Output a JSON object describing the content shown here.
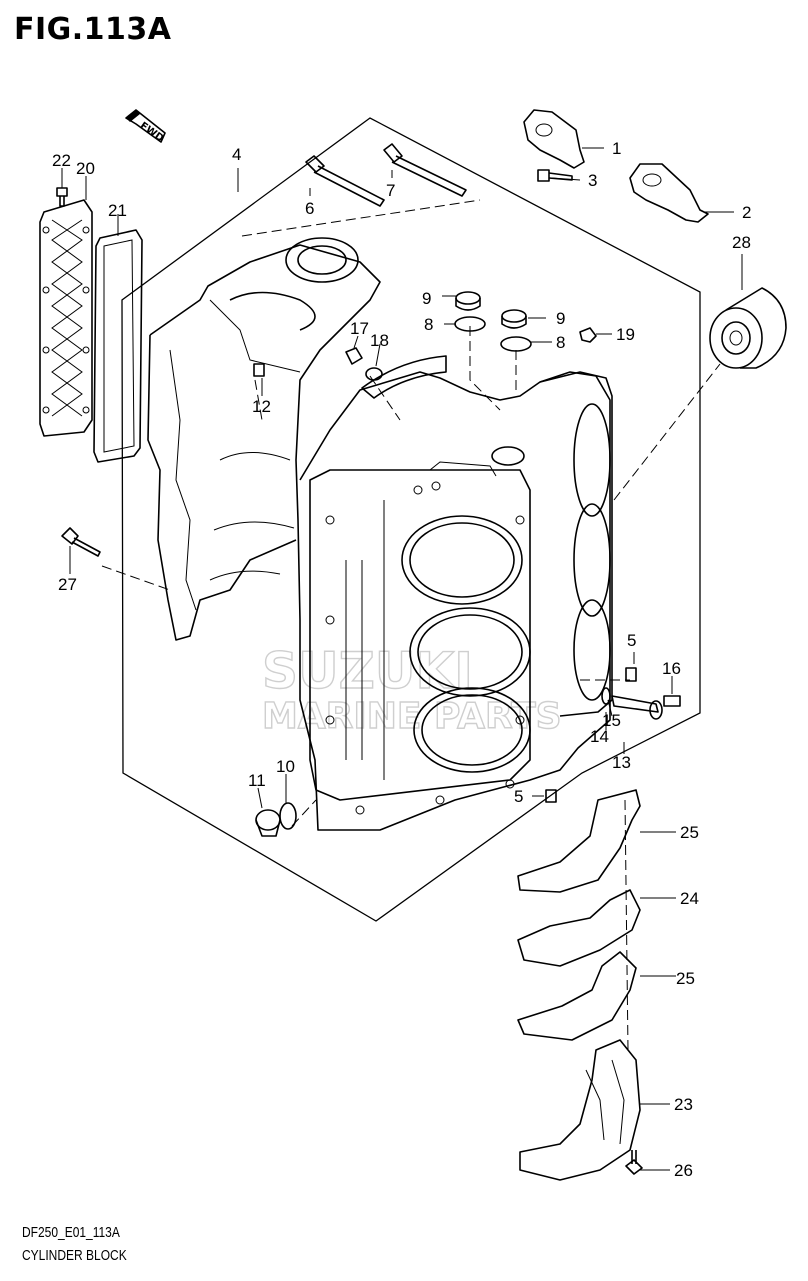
{
  "figure": {
    "title": "FIG.113A",
    "model_code": "DF250_E01_113A",
    "section_name": "CYLINDER BLOCK",
    "direction_label": "FWD"
  },
  "watermark": {
    "line1": "SUZUKI",
    "line2": "MARINE PARTS"
  },
  "callouts": [
    {
      "id": "c1",
      "label": "1"
    },
    {
      "id": "c2",
      "label": "2"
    },
    {
      "id": "c3",
      "label": "3"
    },
    {
      "id": "c4",
      "label": "4"
    },
    {
      "id": "c5a",
      "label": "5"
    },
    {
      "id": "c5b",
      "label": "5"
    },
    {
      "id": "c6",
      "label": "6"
    },
    {
      "id": "c7",
      "label": "7"
    },
    {
      "id": "c8a",
      "label": "8"
    },
    {
      "id": "c8b",
      "label": "8"
    },
    {
      "id": "c9a",
      "label": "9"
    },
    {
      "id": "c9b",
      "label": "9"
    },
    {
      "id": "c10",
      "label": "10"
    },
    {
      "id": "c11",
      "label": "11"
    },
    {
      "id": "c12",
      "label": "12"
    },
    {
      "id": "c13",
      "label": "13"
    },
    {
      "id": "c14",
      "label": "14"
    },
    {
      "id": "c15",
      "label": "15"
    },
    {
      "id": "c16",
      "label": "16"
    },
    {
      "id": "c17",
      "label": "17"
    },
    {
      "id": "c18",
      "label": "18"
    },
    {
      "id": "c19",
      "label": "19"
    },
    {
      "id": "c20",
      "label": "20"
    },
    {
      "id": "c21",
      "label": "21"
    },
    {
      "id": "c22",
      "label": "22"
    },
    {
      "id": "c23",
      "label": "23"
    },
    {
      "id": "c24",
      "label": "24"
    },
    {
      "id": "c25a",
      "label": "25"
    },
    {
      "id": "c25b",
      "label": "25"
    },
    {
      "id": "c26",
      "label": "26"
    },
    {
      "id": "c27",
      "label": "27"
    },
    {
      "id": "c28",
      "label": "28"
    }
  ]
}
